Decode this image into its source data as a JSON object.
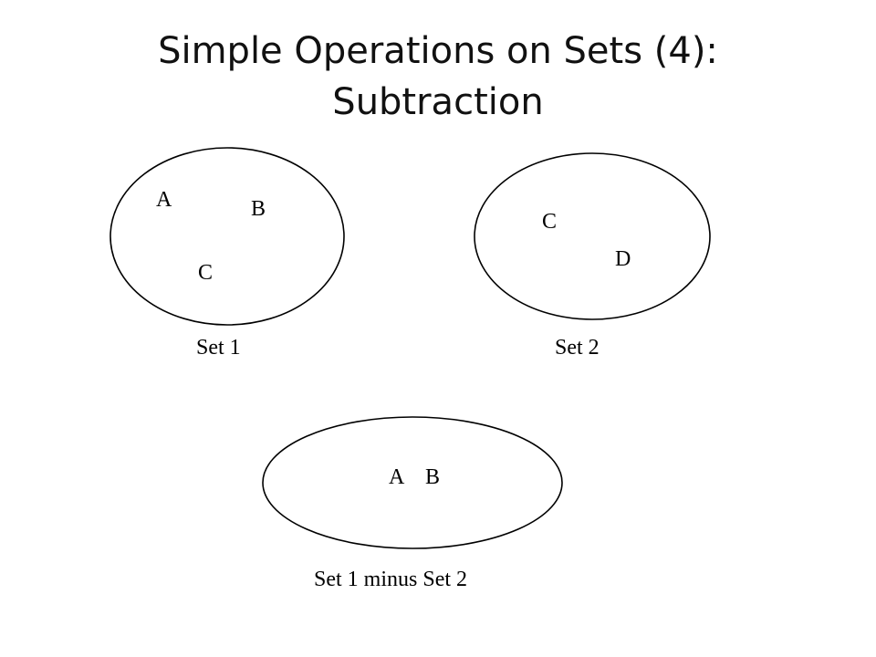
{
  "slide": {
    "title_line1": "Simple Operations on Sets (4):",
    "title_line2": "Subtraction"
  },
  "sets": {
    "set1": {
      "label": "Set 1",
      "elements": [
        "A",
        "B",
        "C"
      ]
    },
    "set2": {
      "label": "Set 2",
      "elements": [
        "C",
        "D"
      ]
    },
    "result": {
      "label": "Set 1 minus Set 2",
      "elements": [
        "A",
        "B"
      ]
    }
  }
}
